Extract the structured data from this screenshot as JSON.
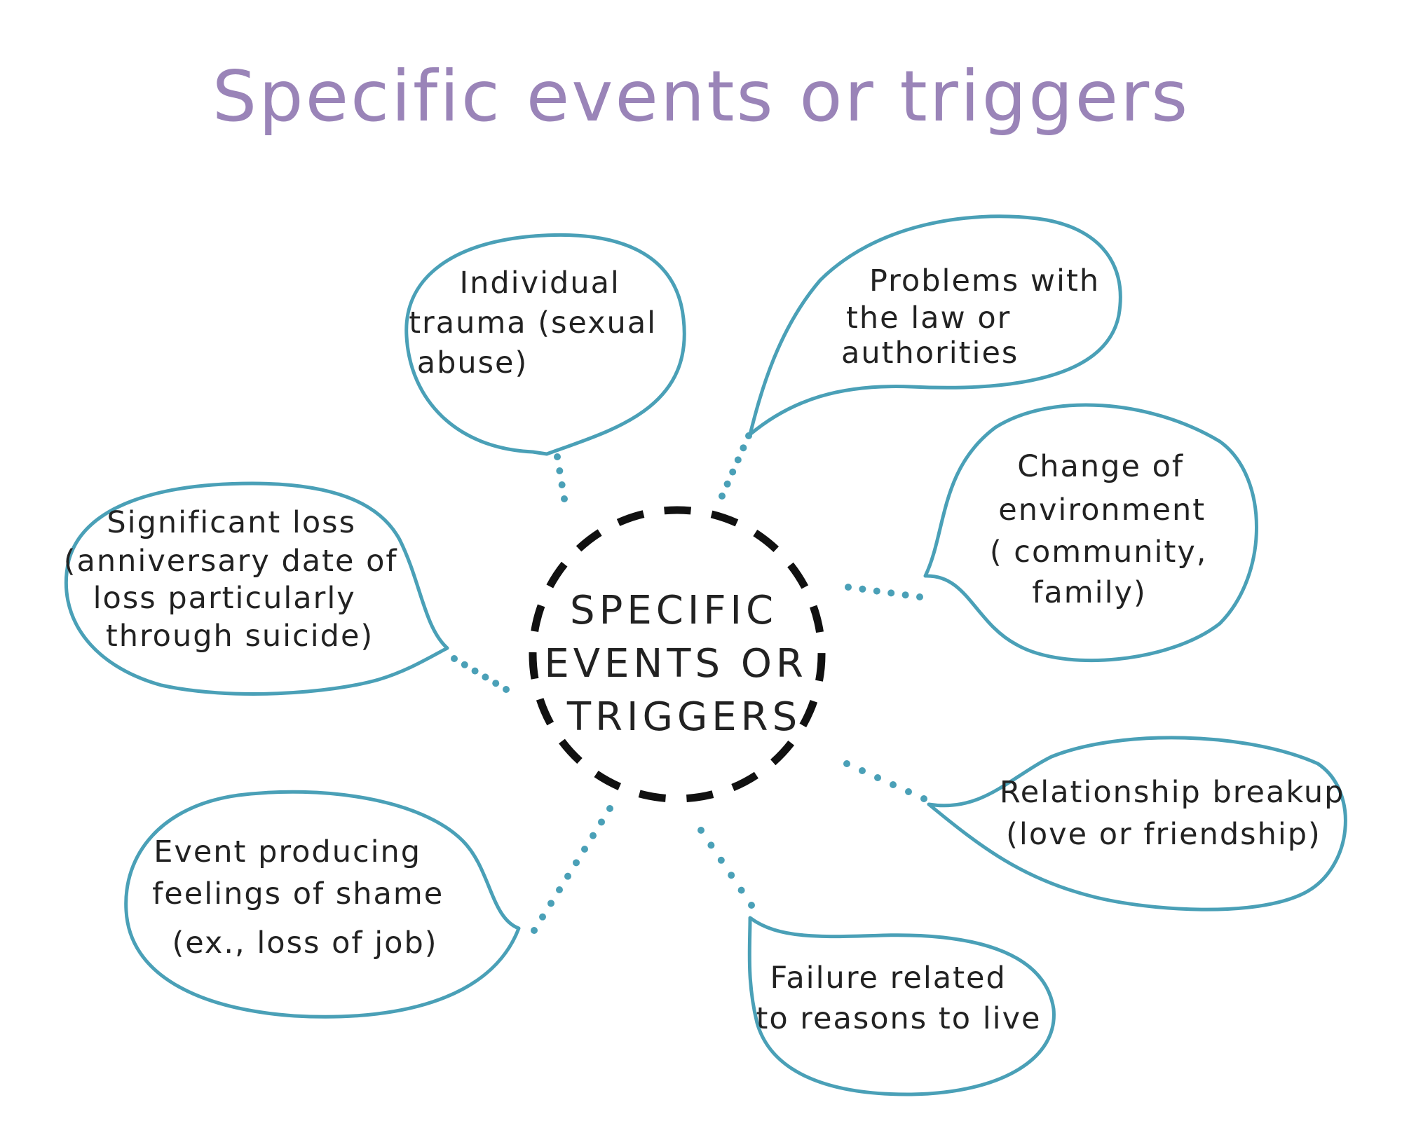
{
  "title": "Specific events or triggers",
  "center": {
    "lines": [
      "SPECIFIC",
      "EVENTS OR",
      "TRIGGERS"
    ]
  },
  "bubbles": [
    {
      "id": "individual-trauma",
      "lines": [
        "Individual",
        "trauma (sexual",
        "abuse)"
      ]
    },
    {
      "id": "problems-with-law",
      "lines": [
        "Problems with",
        "the law or",
        "authorities"
      ]
    },
    {
      "id": "change-of-environment",
      "lines": [
        "Change of",
        "environment",
        "( community,",
        "family)"
      ]
    },
    {
      "id": "significant-loss",
      "lines": [
        "Significant loss",
        "(anniversary date of",
        "loss particularly",
        "through suicide)"
      ]
    },
    {
      "id": "relationship-breakup",
      "lines": [
        "Relationship breakup",
        "(love or friendship)"
      ]
    },
    {
      "id": "event-producing-shame",
      "lines": [
        "Event producing",
        "feelings of shame",
        "(ex., loss of job)"
      ]
    },
    {
      "id": "failure-related",
      "lines": [
        "Failure related",
        "to reasons to live"
      ]
    }
  ],
  "colors": {
    "title": "#9a84b8",
    "bubble_outline": "#4aa0b7",
    "connector_dots": "#4aa0b7",
    "center_ring": "#111111",
    "text": "#222222"
  }
}
